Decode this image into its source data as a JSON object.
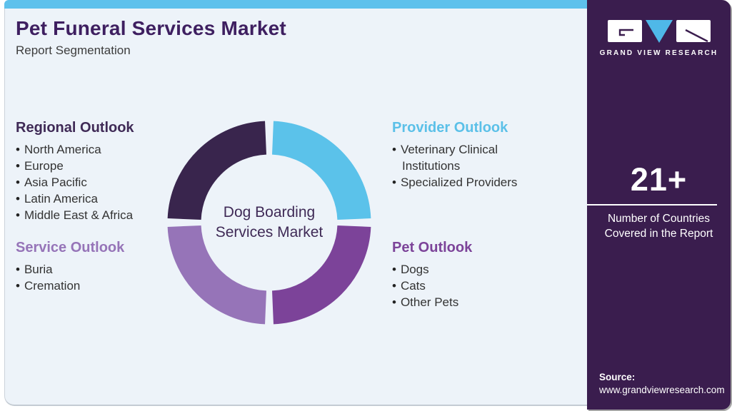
{
  "header": {
    "title": "Pet Funeral Services Market",
    "subtitle": "Report Segmentation"
  },
  "sections": {
    "regional": {
      "heading": "Regional Outlook",
      "color": "#3F2A56",
      "items": [
        "North America",
        "Europe",
        "Asia Pacific",
        "Latin America",
        "Middle East & Africa"
      ]
    },
    "service": {
      "heading": "Service Outlook",
      "color": "#9674B8",
      "items": [
        "Buria",
        "Cremation"
      ]
    },
    "provider": {
      "heading": "Provider Outlook",
      "color": "#5BC0E8",
      "items": [
        "Veterinary Clinical Institutions",
        "Specialized Providers"
      ]
    },
    "pet": {
      "heading": "Pet Outlook",
      "color": "#7C4399",
      "items": [
        "Dogs",
        "Cats",
        "Other Pets"
      ]
    }
  },
  "chart_data": {
    "type": "donut",
    "title": "Dog Boarding Services Market",
    "center_label_lines": [
      "Dog Boarding",
      "Services Market"
    ],
    "legend_position": "none",
    "segments": [
      {
        "label": "Provider Outlook",
        "value": 25,
        "color": "#5BC2EA"
      },
      {
        "label": "Pet Outlook",
        "value": 25,
        "color": "#7C4399"
      },
      {
        "label": "Service Outlook",
        "value": 25,
        "color": "#9674B8"
      },
      {
        "label": "Regional Outlook",
        "value": 25,
        "color": "#39254D"
      }
    ]
  },
  "sidebar": {
    "logo_text": "GRAND VIEW RESEARCH",
    "stat_value": "21+",
    "stat_caption": "Number of Countries Covered in the Report",
    "source_label": "Source:",
    "source_url": "www.grandviewresearch.com"
  },
  "colors": {
    "topbar": "#5EC1EC",
    "card_bg": "#EDF3F9",
    "sidebar_bg": "#3A1D4E",
    "title": "#3E1F60",
    "donut_center_text": "#3F2A56"
  }
}
